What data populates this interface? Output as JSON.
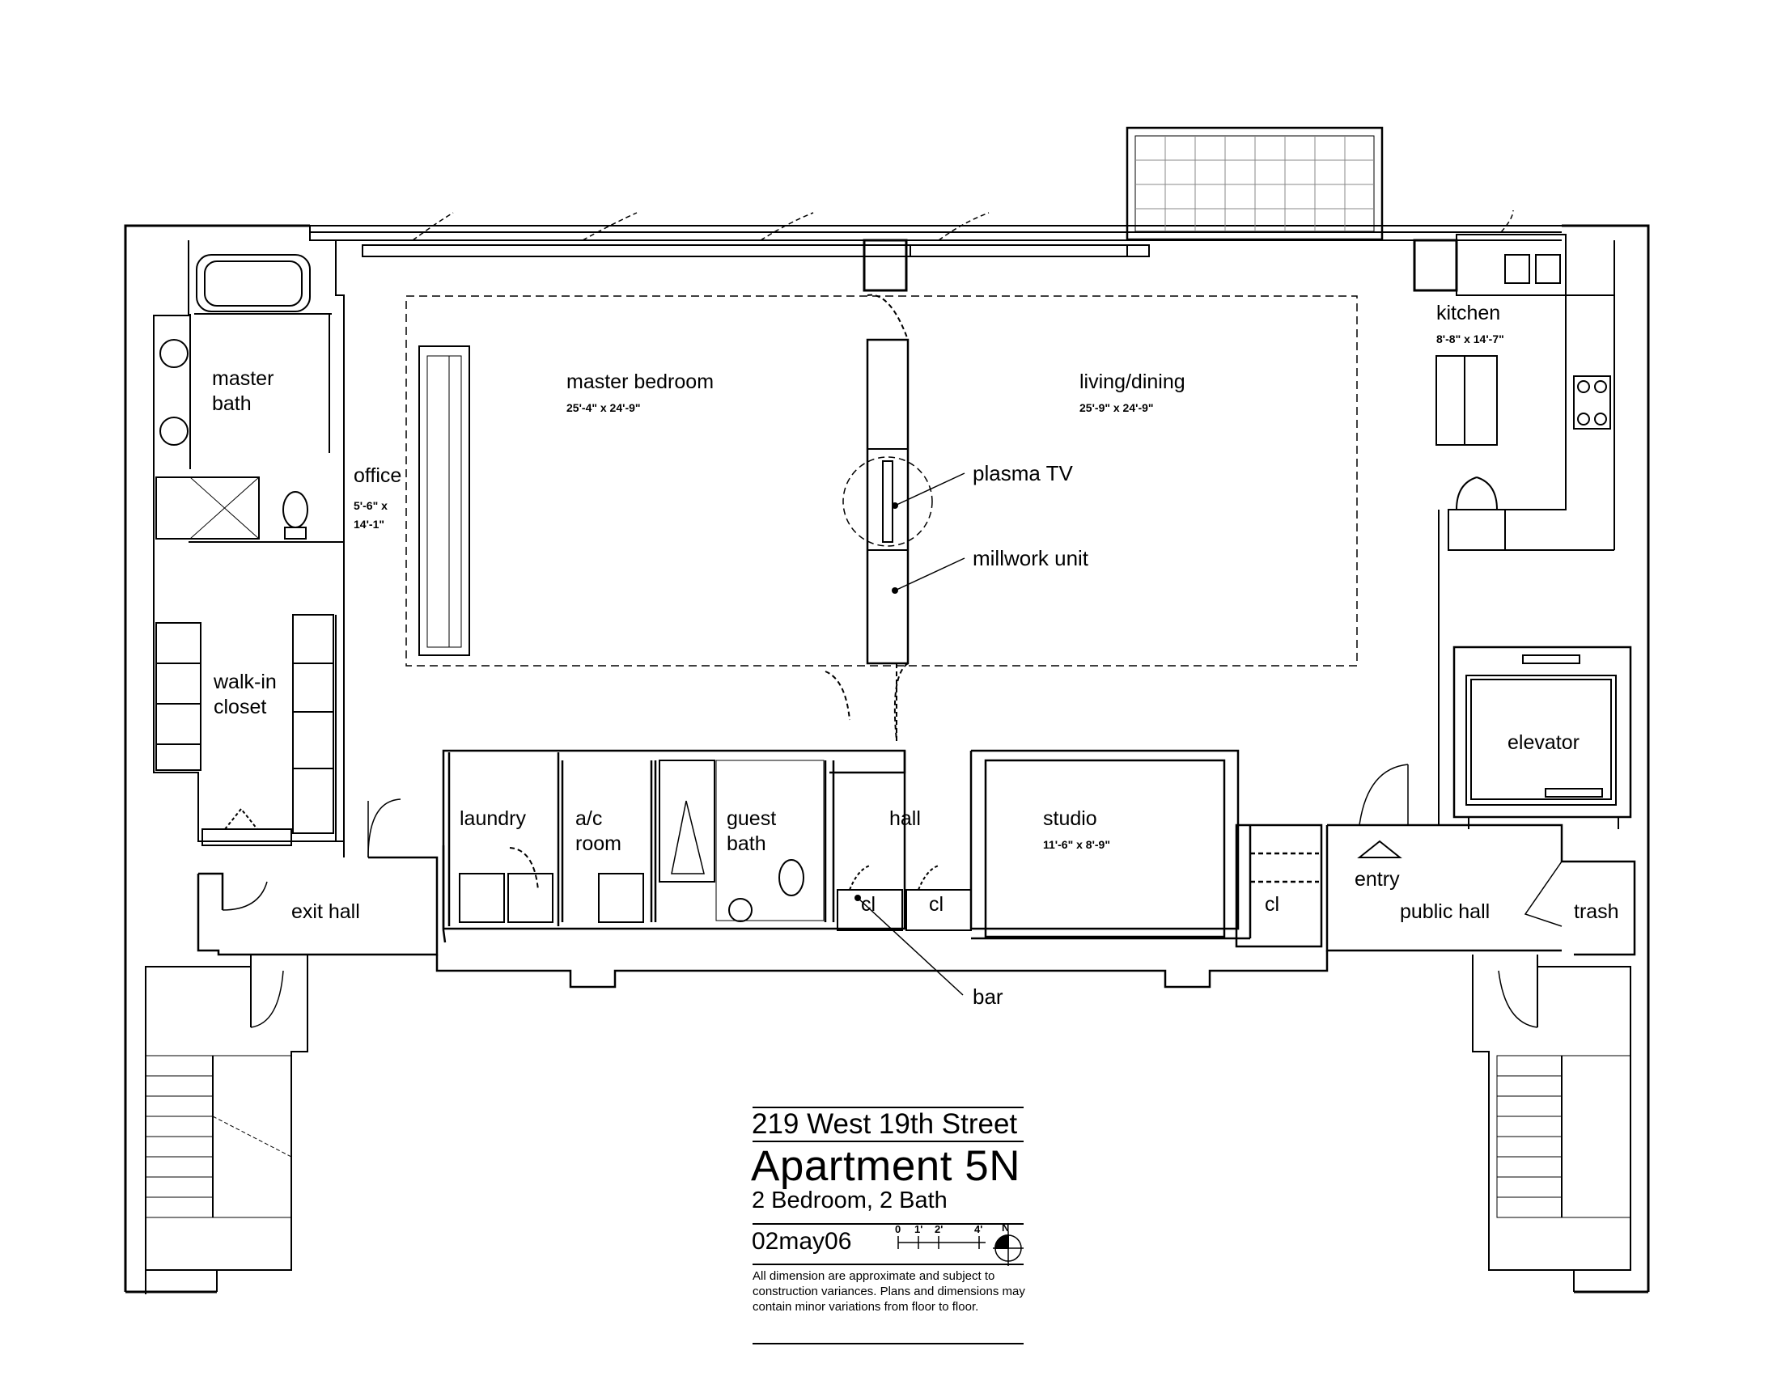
{
  "rooms": {
    "master_bath": "master\nbath",
    "master_bedroom": "master bedroom",
    "master_bedroom_dim": "25'-4\" x 24'-9\"",
    "living_dining": "living/dining",
    "living_dining_dim": "25'-9\" x 24'-9\"",
    "kitchen": "kitchen",
    "kitchen_dim": "8'-8\" x 14'-7\"",
    "office": "office",
    "office_dim": "5'-6\" x\n14'-1\"",
    "walk_in_closet": "walk-in\ncloset",
    "elevator": "elevator",
    "laundry": "laundry",
    "ac_room": "a/c\nroom",
    "guest_bath": "guest\nbath",
    "hall": "hall",
    "studio": "studio",
    "studio_dim": "11'-6\" x 8'-9\"",
    "closet_1": "cl",
    "closet_2": "cl",
    "closet_3": "cl",
    "entry": "entry",
    "public_hall": "public hall",
    "trash": "trash",
    "exit_hall": "exit hall"
  },
  "callouts": {
    "plasma_tv": "plasma TV",
    "millwork_unit": "millwork unit",
    "bar": "bar"
  },
  "title_block": {
    "address": "219 West 19th Street",
    "apartment": "Apartment 5N",
    "subtitle": "2 Bedroom, 2 Bath",
    "date": "02may06",
    "scale_labels": [
      "0",
      "1'",
      "2'",
      "4'"
    ],
    "north": "N",
    "note": "All dimension are approximate and subject to construction variances.  Plans and dimensions may contain minor variations from floor to floor."
  }
}
